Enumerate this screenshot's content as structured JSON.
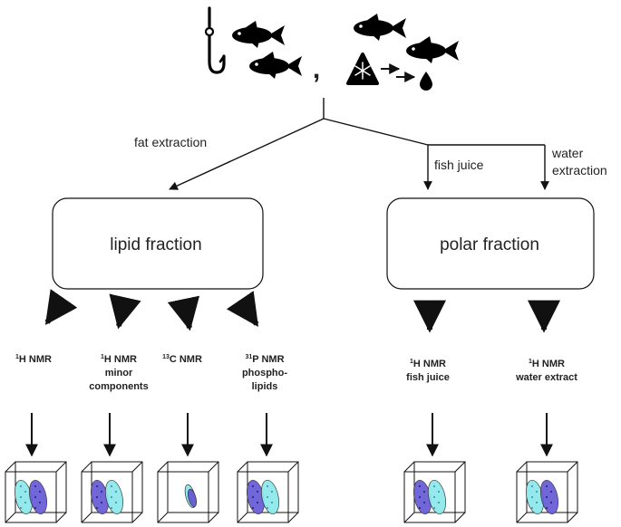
{
  "edges": {
    "fat_extraction": "fat extraction",
    "fish_juice": "fish juice",
    "water_extraction_1": "water",
    "water_extraction_2": "extraction"
  },
  "boxes": {
    "lipid": "lipid fraction",
    "polar": "polar fraction"
  },
  "methods": [
    {
      "sup": "1",
      "title": "H NMR",
      "lines": []
    },
    {
      "sup": "1",
      "title": "H NMR",
      "lines": [
        "minor",
        "components"
      ]
    },
    {
      "sup": "13",
      "title": "C NMR",
      "lines": []
    },
    {
      "sup": "31",
      "title": "P NMR",
      "lines": [
        "phospho-",
        "lipids"
      ]
    },
    {
      "sup": "1",
      "title": "H NMR",
      "lines": [
        "fish juice"
      ]
    },
    {
      "sup": "1",
      "title": "H NMR",
      "lines": [
        "water extract"
      ]
    }
  ],
  "symbols": {
    "separator": ",",
    "icons": [
      "fish-hook-icon",
      "fish-icon",
      "frozen-icon",
      "thaw-drop-icon"
    ]
  },
  "colors": {
    "line": "#111111",
    "cluster_purple": "#6b5fd6",
    "cluster_cyan": "#8ee8ec",
    "dots": "#2a2a8a"
  }
}
